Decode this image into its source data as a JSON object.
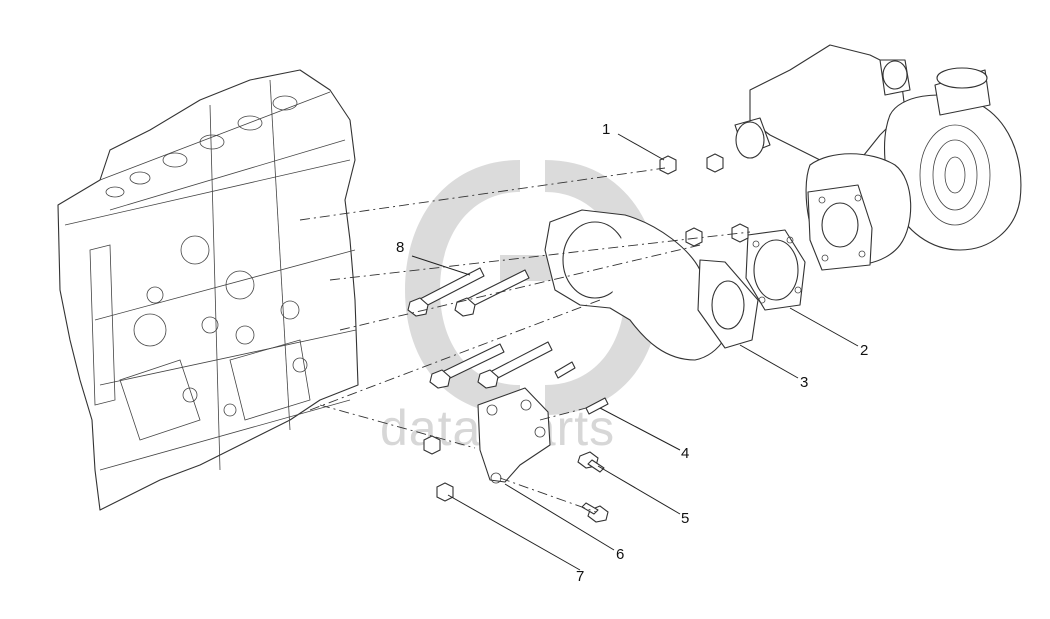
{
  "watermark": {
    "brand_text": "data-parts",
    "color": "#bdbdbd"
  },
  "callouts": [
    {
      "id": "1",
      "label": "1"
    },
    {
      "id": "2",
      "label": "2"
    },
    {
      "id": "3",
      "label": "3"
    },
    {
      "id": "4",
      "label": "4"
    },
    {
      "id": "5",
      "label": "5"
    },
    {
      "id": "6",
      "label": "6"
    },
    {
      "id": "7",
      "label": "7"
    },
    {
      "id": "8",
      "label": "8"
    }
  ],
  "colors": {
    "line": "#333333",
    "background": "#ffffff",
    "watermark": "#bdbdbd"
  }
}
